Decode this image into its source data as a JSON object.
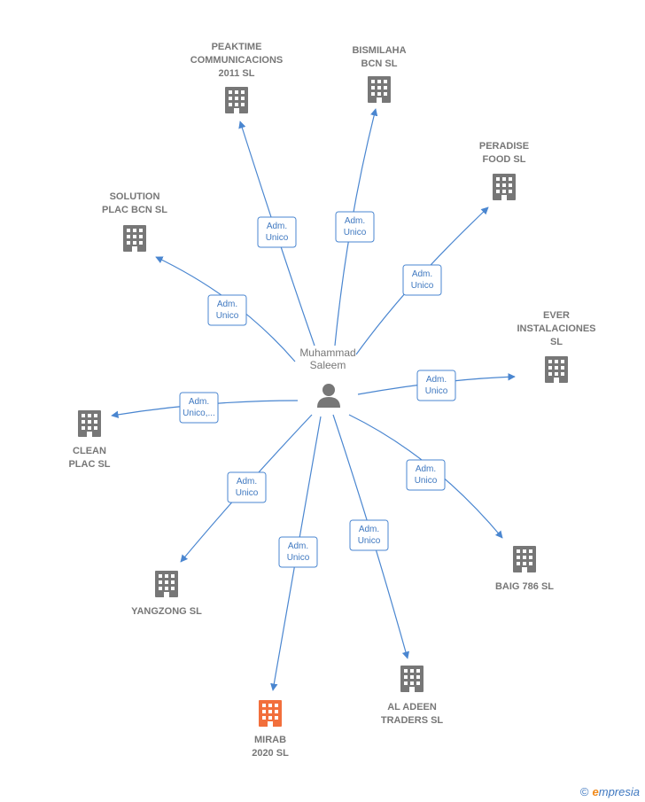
{
  "center": {
    "label_lines": [
      "Muhammad",
      "Saleem"
    ],
    "color": "#777777"
  },
  "colors": {
    "edge": "#4a86d0",
    "node": "#777777",
    "highlight": "#f26f3c"
  },
  "companies": [
    {
      "id": "peaktime",
      "lines": [
        "PEAKTIME",
        "COMMUNICACIONS",
        "2011 SL"
      ],
      "role": [
        "Adm.",
        "Unico"
      ],
      "highlight": false
    },
    {
      "id": "bismilaha",
      "lines": [
        "BISMILAHA",
        "BCN  SL"
      ],
      "role": [
        "Adm.",
        "Unico"
      ],
      "highlight": false
    },
    {
      "id": "peradise",
      "lines": [
        "PERADISE",
        "FOOD  SL"
      ],
      "role": [
        "Adm.",
        "Unico"
      ],
      "highlight": false
    },
    {
      "id": "solution",
      "lines": [
        "SOLUTION",
        "PLAC BCN  SL"
      ],
      "role": [
        "Adm.",
        "Unico"
      ],
      "highlight": false
    },
    {
      "id": "ever",
      "lines": [
        "EVER",
        "INSTALACIONES",
        "SL"
      ],
      "role": [
        "Adm.",
        "Unico"
      ],
      "highlight": false
    },
    {
      "id": "clean",
      "lines": [
        "CLEAN",
        "PLAC  SL"
      ],
      "role": [
        "Adm.",
        "Unico,..."
      ],
      "highlight": false
    },
    {
      "id": "baig",
      "lines": [
        "BAIG 786 SL"
      ],
      "role": [
        "Adm.",
        "Unico"
      ],
      "highlight": false
    },
    {
      "id": "yangzong",
      "lines": [
        "YANGZONG  SL"
      ],
      "role": [
        "Adm.",
        "Unico"
      ],
      "highlight": false
    },
    {
      "id": "mirab",
      "lines": [
        "MIRAB",
        "2020  SL"
      ],
      "role": [
        "Adm.",
        "Unico"
      ],
      "highlight": true
    },
    {
      "id": "aladeen",
      "lines": [
        "AL ADEEN",
        "TRADERS  SL"
      ],
      "role": [
        "Adm.",
        "Unico"
      ],
      "highlight": false
    }
  ],
  "brand": {
    "copyright": "©",
    "first_letter": "e",
    "rest": "mpresia"
  }
}
